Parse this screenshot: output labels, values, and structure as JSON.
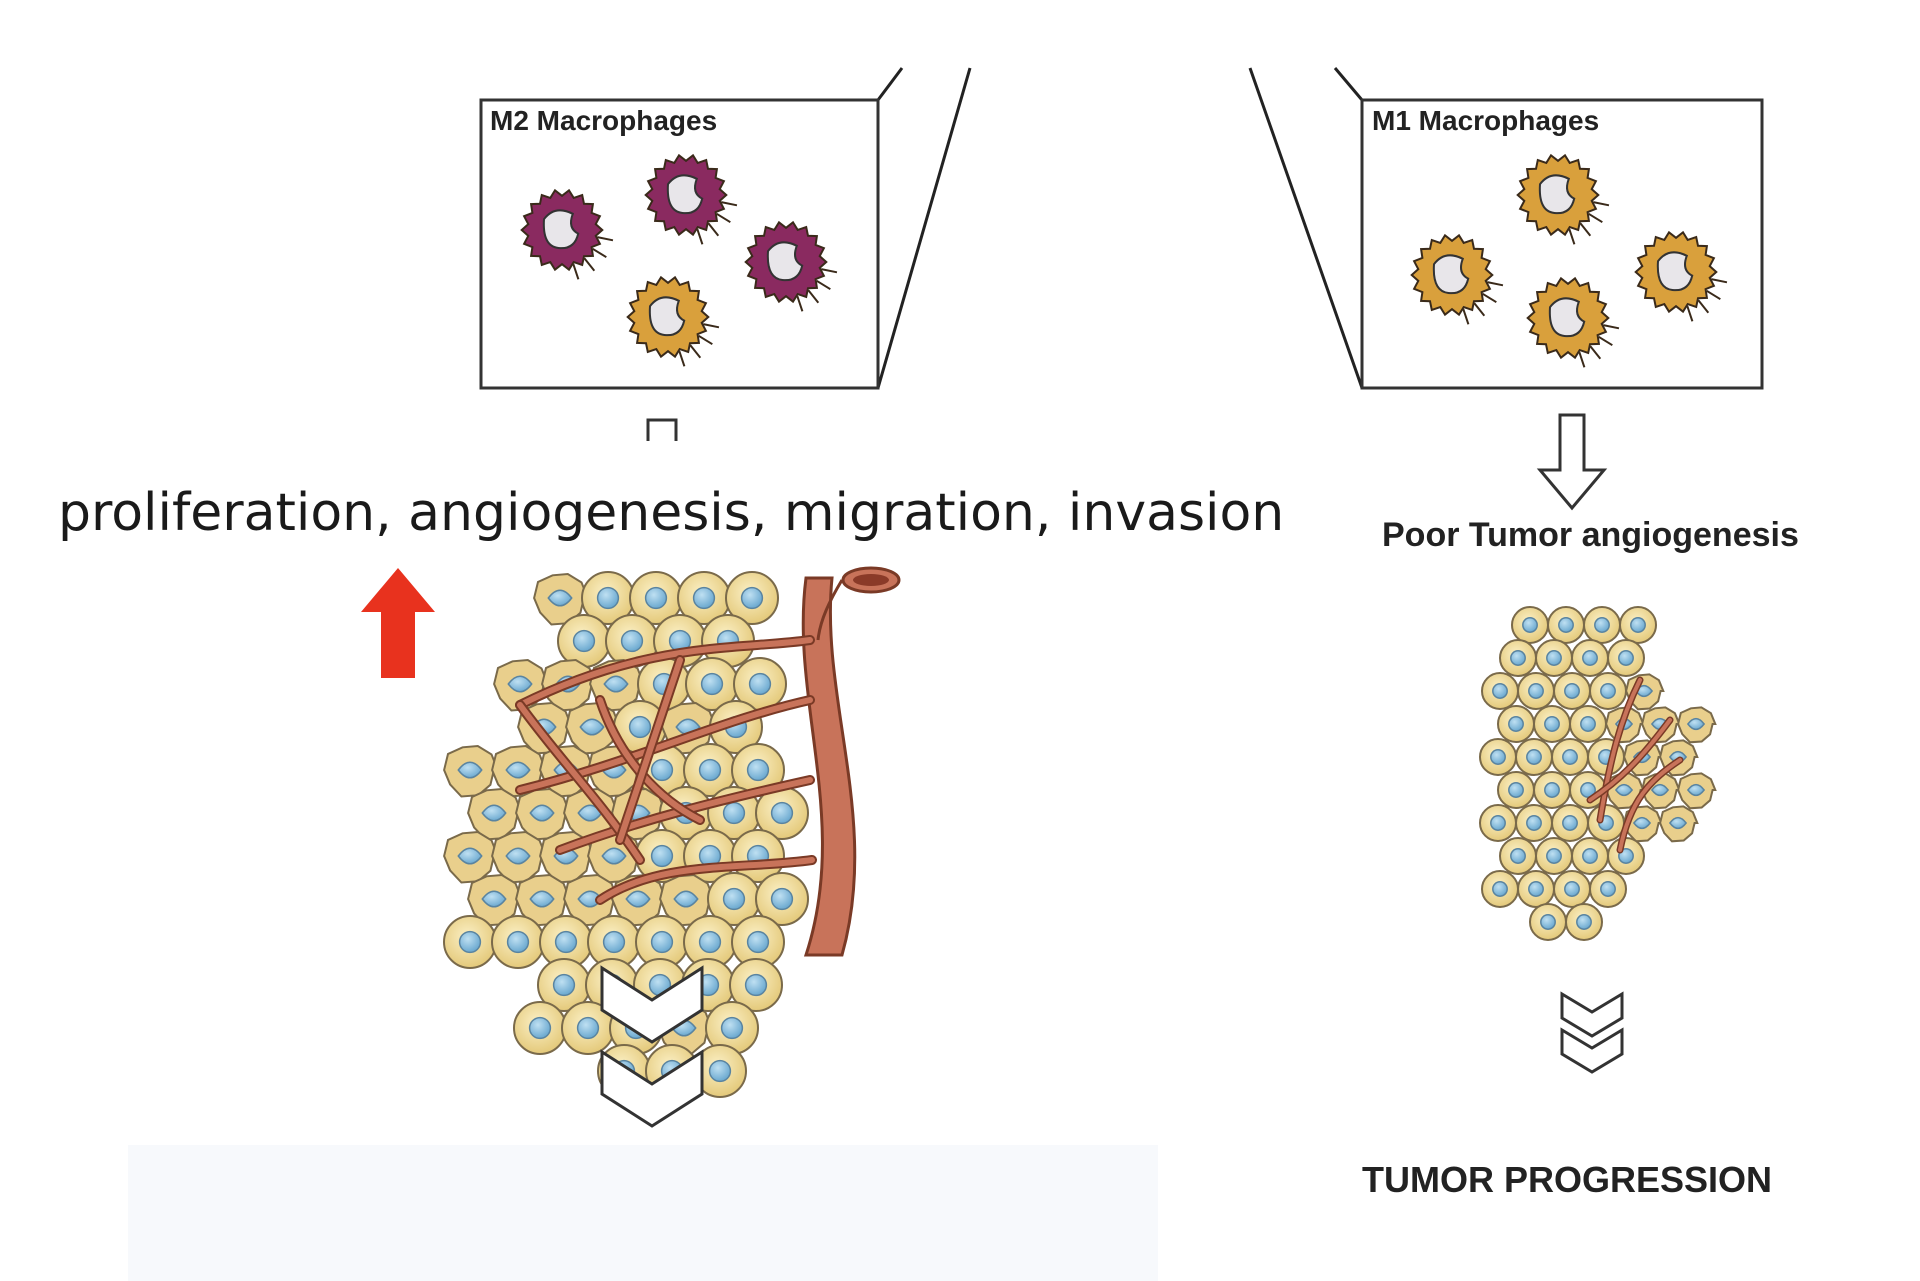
{
  "left_panel": {
    "title": "M2 Macrophages"
  },
  "right_panel": {
    "title": "M1 Macrophages"
  },
  "left_effects": "proliferation, angiogenesis, migration, invasion",
  "right_effect": "Poor Tumor angiogenesis",
  "right_outcome": "TUMOR PROGRESSION",
  "colors": {
    "m2_macrophage": "#8a2a60",
    "m1_macrophage": "#d9a03c",
    "tumor_cell": "#f1dc9a",
    "nucleus": "#7fb4d4",
    "vessel": "#c8735a",
    "up_arrow": "#e8321e"
  },
  "icons": {
    "up_arrow": "arrow-up-icon",
    "down_arrow": "arrow-down-icon",
    "chevron": "chevron-down-icon"
  }
}
